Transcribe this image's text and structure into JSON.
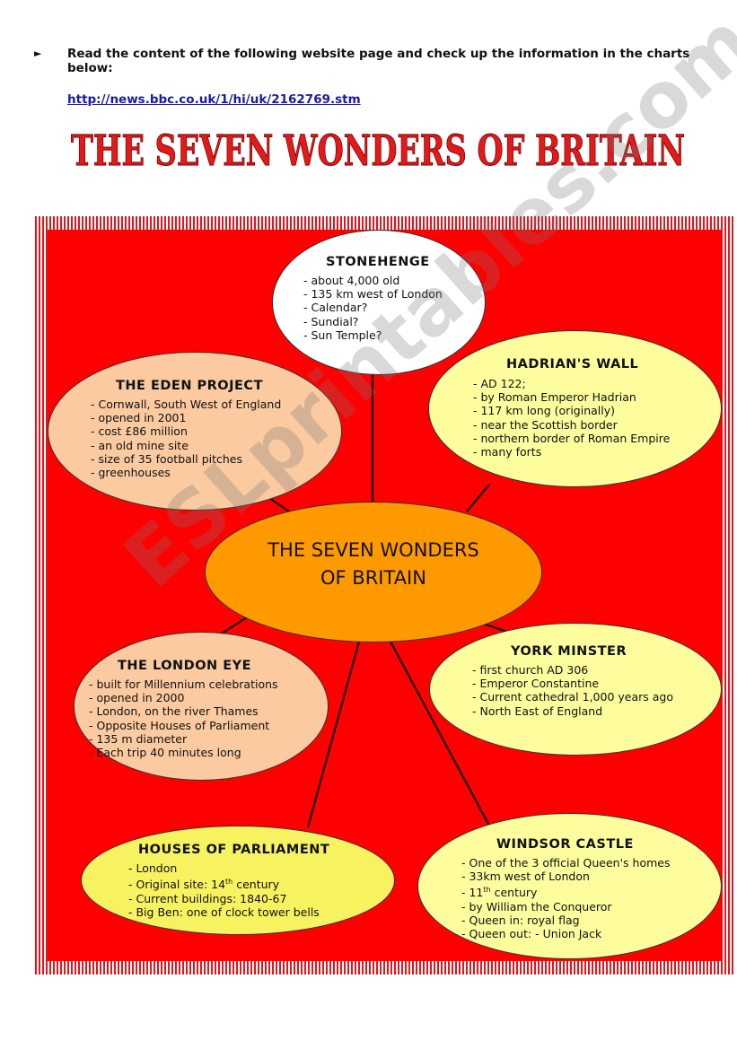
{
  "instruction": {
    "bullet": "►",
    "text": "Read the content of the following website page and check up the information in the charts below:",
    "link": "http://news.bbc.co.uk/1/hi/uk/2162769.stm"
  },
  "banner_title": "THE SEVEN WONDERS OF BRITAIN",
  "center": {
    "line1": "THE SEVEN WONDERS",
    "line2": "OF BRITAIN"
  },
  "stonehenge": {
    "title": "STONEHENGE",
    "items": [
      "- about 4,000 old",
      "- 135 km west of London",
      "- Calendar?",
      "- Sundial?",
      "- Sun Temple?"
    ]
  },
  "eden": {
    "title": "THE EDEN PROJECT",
    "items": [
      "- Cornwall, South West of England",
      "- opened in 2001",
      "- cost £86 million",
      "- an old mine site",
      "- size of 35 football pitches",
      "- greenhouses"
    ]
  },
  "hadrian": {
    "title": "HADRIAN'S WALL",
    "items": [
      "- AD 122;",
      "- by Roman Emperor Hadrian",
      "- 117 km long (originally)",
      "- near the Scottish border",
      "- northern border of Roman Empire",
      "- many forts"
    ]
  },
  "londoneye": {
    "title": "THE LONDON EYE",
    "items": [
      "- built for Millennium celebrations",
      "- opened in 2000",
      "- London, on the river Thames",
      "- Opposite Houses of Parliament",
      "- 135 m diameter",
      "- Each trip 40 minutes long"
    ]
  },
  "york": {
    "title": "YORK MINSTER",
    "items": [
      "- first church AD 306",
      "- Emperor Constantine",
      "- Current cathedral 1,000 years ago",
      "- North East of England"
    ]
  },
  "parliament": {
    "title": "HOUSES OF PARLIAMENT",
    "items": [
      "- London",
      "- Original site: 14",
      "th",
      " century",
      "- Current buildings: 1840-67",
      "- Big Ben: one of clock tower bells"
    ]
  },
  "windsor": {
    "title": "WINDSOR CASTLE",
    "items": [
      "- One of the 3 official Queen's homes",
      "- 33km west of London",
      "- 11",
      "th",
      " century",
      "- by William the Conqueror",
      "- Queen in: royal flag",
      "-  Queen out: - Union Jack"
    ]
  },
  "watermark": "ESLprintables.com",
  "colors": {
    "frame_red": "#ff0000",
    "center_orange": "#ff9900",
    "peach": "#fbcaa0",
    "yellow": "#fdfd9e",
    "title_red": "#e21a1a"
  }
}
